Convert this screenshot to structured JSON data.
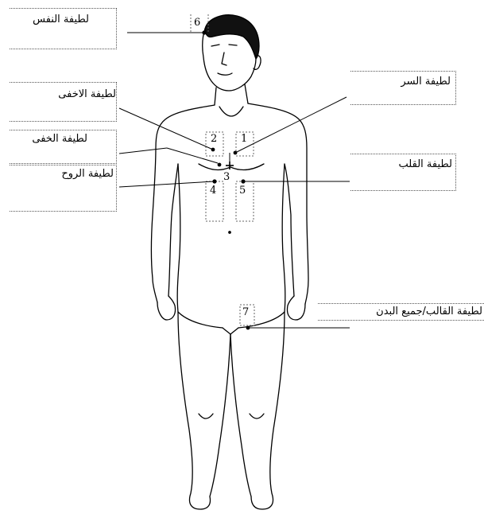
{
  "labels": {
    "nafs": "لطيفة النفس",
    "akhfa": "لطيفة الاخفى",
    "khafi": "لطيفة الخفى",
    "ruh": "لطيفة الروح",
    "sirr": "لطيفة السر",
    "qalb": "لطيفة القلب",
    "qalib": "لطيفة القالب/جميع البدن"
  },
  "numbers": {
    "n1": "1",
    "n2": "2",
    "n3": "3",
    "n4": "4",
    "n5": "5",
    "n6": "6",
    "n7": "7"
  }
}
